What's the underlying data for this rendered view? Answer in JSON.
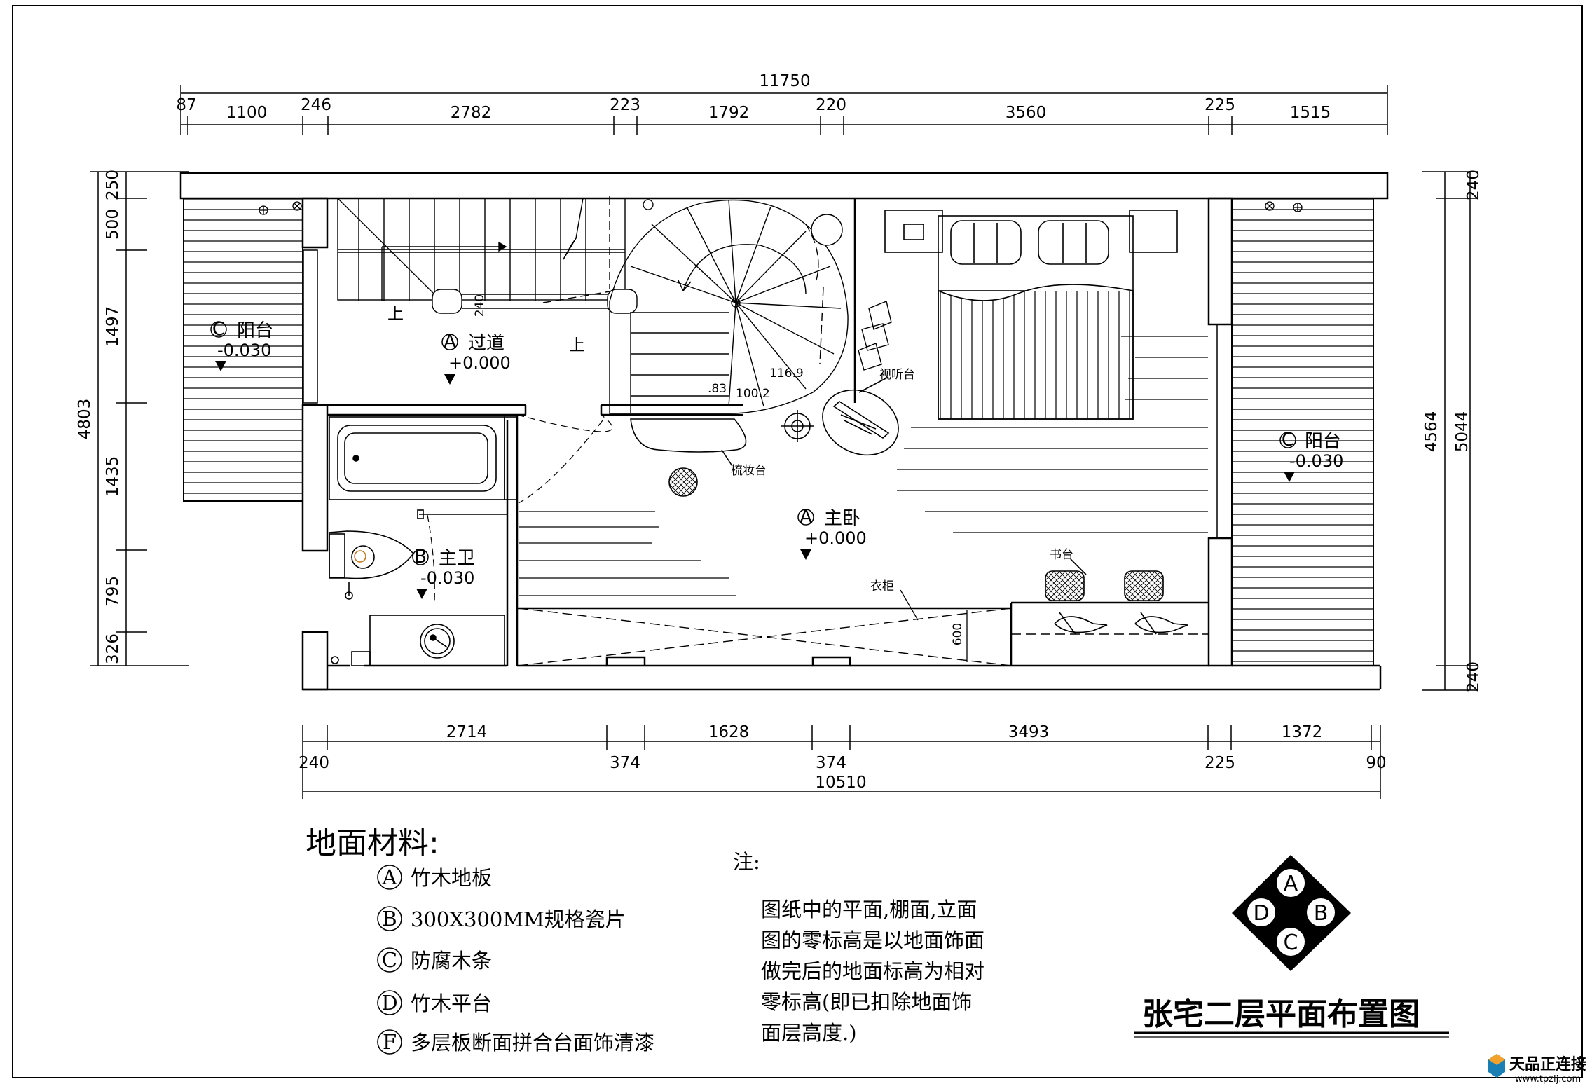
{
  "dims": {
    "top_total": "11750",
    "top": [
      "87",
      "1100",
      "246",
      "2782",
      "223",
      "1792",
      "220",
      "3560",
      "225",
      "1515"
    ],
    "bottom_total": "10510",
    "bottom_a": [
      "2714",
      "1628",
      "3493",
      "1372"
    ],
    "bottom_b": [
      "240",
      "374",
      "374",
      "225",
      "90"
    ],
    "left_total": "4803",
    "left": [
      "250",
      "500",
      "1497",
      "1435",
      "795",
      "326"
    ],
    "right_a": [
      "240",
      "4564",
      "240"
    ],
    "right_b": "5044",
    "stair_w": "240",
    "wardrobe_depth": "600",
    "stair_small": [
      ".83",
      "100.2",
      "116.9"
    ]
  },
  "rooms": {
    "corridor": {
      "letter": "A",
      "name": "过道",
      "level": "+0.000"
    },
    "bedroom": {
      "letter": "A",
      "name": "主卧",
      "level": "+0.000"
    },
    "bath": {
      "letter": "B",
      "name": "主卫",
      "level": "-0.030"
    },
    "balcony_left": {
      "letter": "C",
      "name": "阳台",
      "level": "-0.030"
    },
    "balcony_right": {
      "letter": "C",
      "name": "阳台",
      "level": "-0.030"
    },
    "up1": "上",
    "up2": "上"
  },
  "labels": {
    "tv": "视听台",
    "dresser": "梳妆台",
    "wardrobe": "衣柜",
    "desk": "书台"
  },
  "legend": {
    "title": "地面材料:",
    "items": [
      {
        "letter": "A",
        "text": "竹木地板"
      },
      {
        "letter": "B",
        "text": "300X300MM规格瓷片"
      },
      {
        "letter": "C",
        "text": "防腐木条"
      },
      {
        "letter": "D",
        "text": "竹木平台"
      },
      {
        "letter": "F",
        "text": "多层板断面拼合台面饰清漆"
      }
    ]
  },
  "notes": {
    "heading": "注:",
    "lines": [
      "图纸中的平面,棚面,立面",
      "图的零标高是以地面饰面",
      "做完后的地面标高为相对",
      "零标高(即已扣除地面饰",
      "面层高度.)"
    ]
  },
  "key": {
    "top": "A",
    "right": "B",
    "bottom": "C",
    "left": "D"
  },
  "title": "张宅二层平面布置图",
  "watermark": {
    "name": "天品正连接",
    "url": "www.tpzlj.com"
  }
}
